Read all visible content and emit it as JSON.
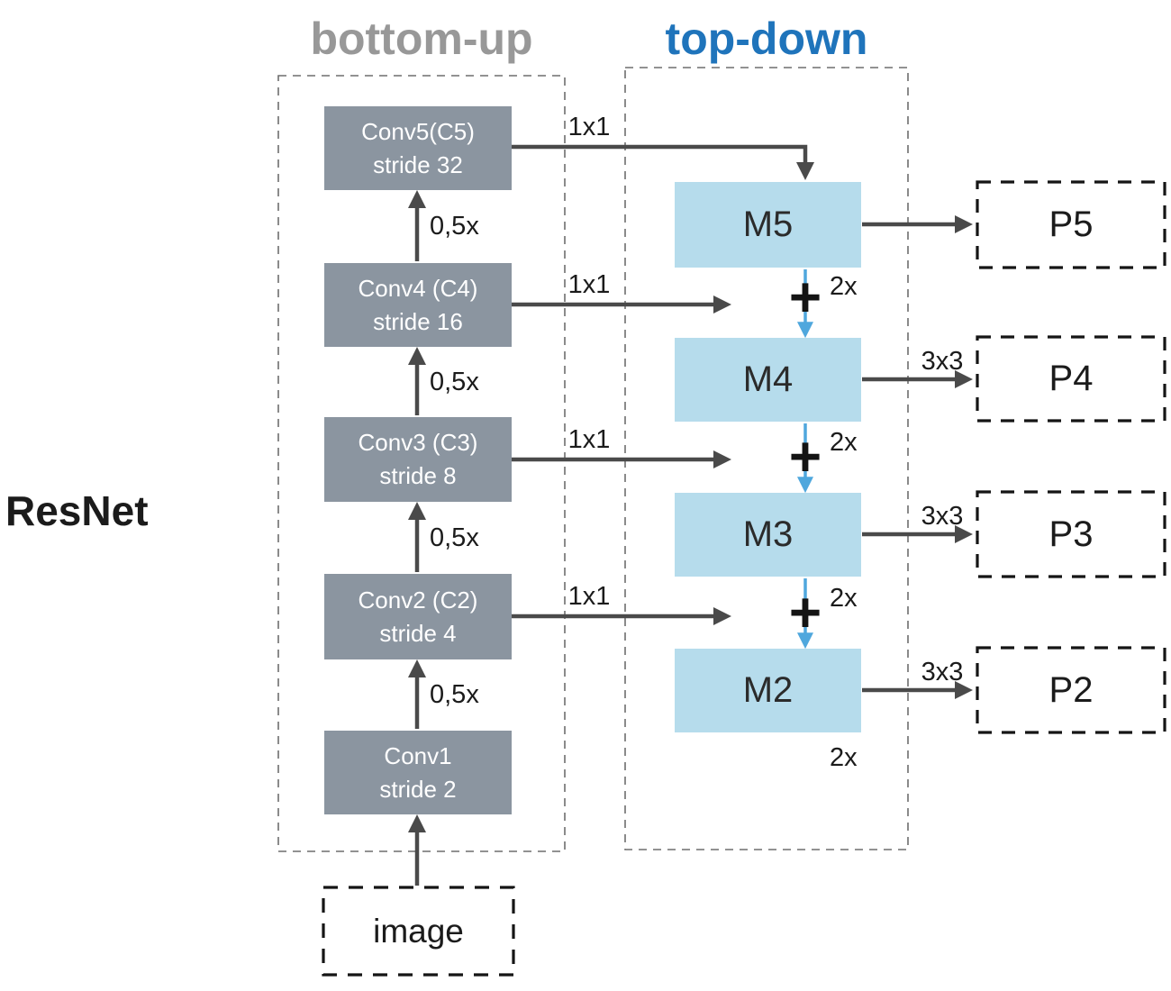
{
  "titles": {
    "backbone": "ResNet",
    "bottom_up": "bottom-up",
    "top_down": "top-down"
  },
  "backbone": {
    "blocks": [
      {
        "name": "Conv5(C5)",
        "stride": "stride 32"
      },
      {
        "name": "Conv4 (C4)",
        "stride": "stride 16"
      },
      {
        "name": "Conv3 (C3)",
        "stride": "stride 8"
      },
      {
        "name": "Conv2 (C2)",
        "stride": "stride 4"
      },
      {
        "name": "Conv1",
        "stride": "stride 2"
      }
    ],
    "input": "image",
    "downscale_labels": [
      "0,5x",
      "0,5x",
      "0,5x",
      "0,5x"
    ]
  },
  "top_down": {
    "nodes": [
      "M5",
      "M4",
      "M3",
      "M2"
    ],
    "lateral_labels": [
      "1x1",
      "1x1",
      "1x1",
      "1x1"
    ],
    "upsample_labels": [
      "2x",
      "2x",
      "2x",
      "2x"
    ],
    "merge_symbols": [
      "+",
      "+",
      "+"
    ]
  },
  "outputs": {
    "nodes": [
      "P5",
      "P4",
      "P3",
      "P2"
    ],
    "conv_labels": [
      "3x3",
      "3x3",
      "3x3"
    ]
  },
  "colors": {
    "conv_block_fill": "#8b95a0",
    "merge_block_fill": "#b6dcec",
    "arrow_dark": "#4a4a4a",
    "arrow_upsample_blue": "#4fa7dd",
    "title_bottom_up": "#989898",
    "title_top_down": "#1f74bb",
    "container_dash": "#6e6e6e",
    "output_box_dash": "#151515",
    "text_dark": "#1b1b1b",
    "block_text": "#ffffff"
  }
}
